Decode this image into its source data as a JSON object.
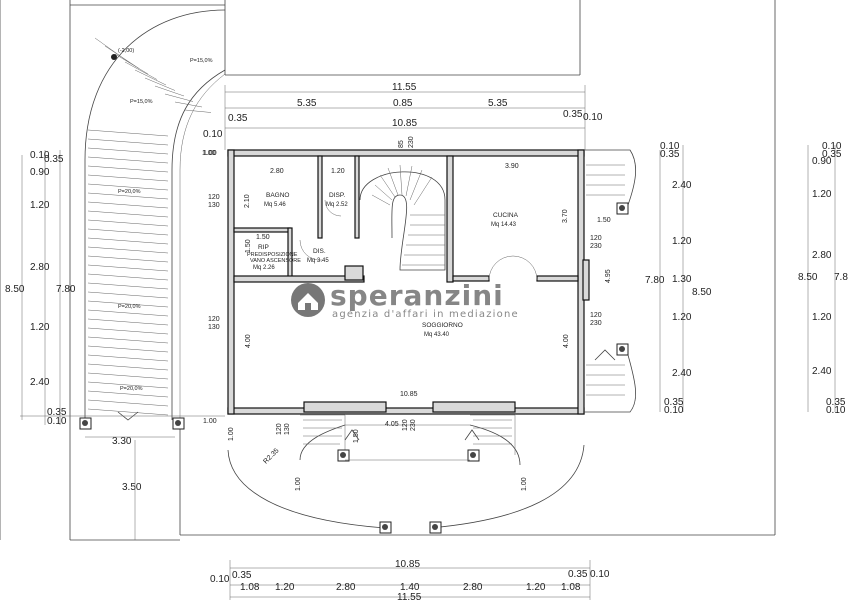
{
  "watermark": {
    "brand": "speranzini",
    "tagline": "agenzia d'affari in mediazione",
    "logo_icon": "house-icon",
    "color": "#7a7a7a"
  },
  "rooms": {
    "bagno": {
      "name": "BAGNO",
      "area": "Mq 5.46"
    },
    "disp": {
      "name": "DISP.",
      "area": "Mq 2.52"
    },
    "cucina": {
      "name": "CUCINA",
      "area": "Mq 14.43"
    },
    "rip": {
      "name": "RIP",
      "area": "Mq 2.26",
      "note1": "PREDISPOSIZIONE",
      "note2": "VANO ASCENSORE"
    },
    "dis": {
      "name": "DIS.",
      "area": "Mq 3.45"
    },
    "soggiorno": {
      "name": "SOGGIORNO",
      "area": "Mq 43.40"
    }
  },
  "ramp": {
    "level": "(-2,00)",
    "slopes": [
      "P=15,0%",
      "P=15,0%",
      "P=20,0%",
      "P=20,0%",
      "P=20,0%"
    ]
  },
  "top_dims": {
    "total": "11.55",
    "inner": "10.85",
    "left": "5.35",
    "mid": "0.85",
    "right": "5.35",
    "edge_left": "0.35",
    "edge_right": "0.35",
    "offset_left": "0.10",
    "offset_right": "0.10",
    "corner_left": "1.00"
  },
  "bottom_dims": {
    "inner": "10.85",
    "total": "11.55",
    "edge_left": "0.35",
    "edge_right": "0.35",
    "offset_left": "0.10",
    "offset_right": "0.10",
    "segments": [
      "1.08",
      "1.20",
      "2.80",
      "1.40",
      "2.80",
      "1.20",
      "1.08"
    ]
  },
  "left_dims": {
    "total": "8.50",
    "inner": "7.80",
    "segments": [
      "0.10",
      "0.35",
      "0.90",
      "1.20",
      "2.80",
      "1.20",
      "2.40",
      "0.35",
      "0.10"
    ]
  },
  "right_dims": {
    "total": "8.50",
    "inner": "7.80",
    "segments": [
      "0.10",
      "0.35",
      "2.40",
      "1.20",
      "1.30",
      "1.20",
      "2.40",
      "0.35",
      "0.10"
    ],
    "stair_height": "4.95",
    "step": "1.50"
  },
  "far_right_dims": {
    "total": "8.50",
    "inner": "7.8",
    "segments": [
      "0.10",
      "0.35",
      "0.90",
      "1.20",
      "2.80",
      "1.20",
      "2.40",
      "0.35",
      "0.10"
    ]
  },
  "interior_dims": {
    "bagno_w": "2.80",
    "disp_w": "1.20",
    "bagno_h": "2.10",
    "rip_w": "1.50",
    "rip_h": "1.50",
    "cucina_w": "3.90",
    "cucina_h": "3.70",
    "stair_w": "85",
    "stair_h": "230",
    "win_left_top": "120",
    "win_left_bot": "130",
    "win_left2_top": "120",
    "win_left2_bot": "130",
    "win_right_top": "120",
    "win_right_bot": "230",
    "win_right2_top": "120",
    "win_right2_bot": "230",
    "soggiorno_h_left": "4.00",
    "soggiorno_h_right": "4.00",
    "soggiorno_w": "10.85",
    "porch_w": "4.05",
    "porch_h1": "120",
    "porch_h2": "230",
    "porch_left_1": "120",
    "porch_left_2": "130",
    "porch_step": "1.50",
    "radius": "R2.35",
    "side_left": "1.00",
    "side_left2": "1.00",
    "side_right": "1.00",
    "side_right2": "1.00",
    "side_top_left": "1.00",
    "ramp_width": "3.30",
    "ramp_depth": "3.50"
  }
}
